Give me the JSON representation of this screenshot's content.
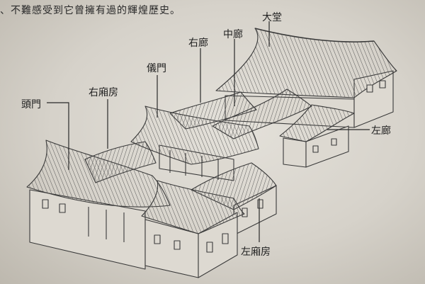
{
  "caption": "、不難感受到它曾擁有過的輝煌歷史。",
  "labels": {
    "main_hall": "大堂",
    "middle_corridor": "中廊",
    "right_corridor": "右廊",
    "ceremonial_gate": "儀門",
    "right_wing": "右廂房",
    "front_gate": "頭門",
    "left_corridor": "左廊",
    "left_wing": "左廂房"
  },
  "colors": {
    "line": "#3a3a3a",
    "roof": "#cfccc4",
    "wall": "#ddd9d1"
  }
}
